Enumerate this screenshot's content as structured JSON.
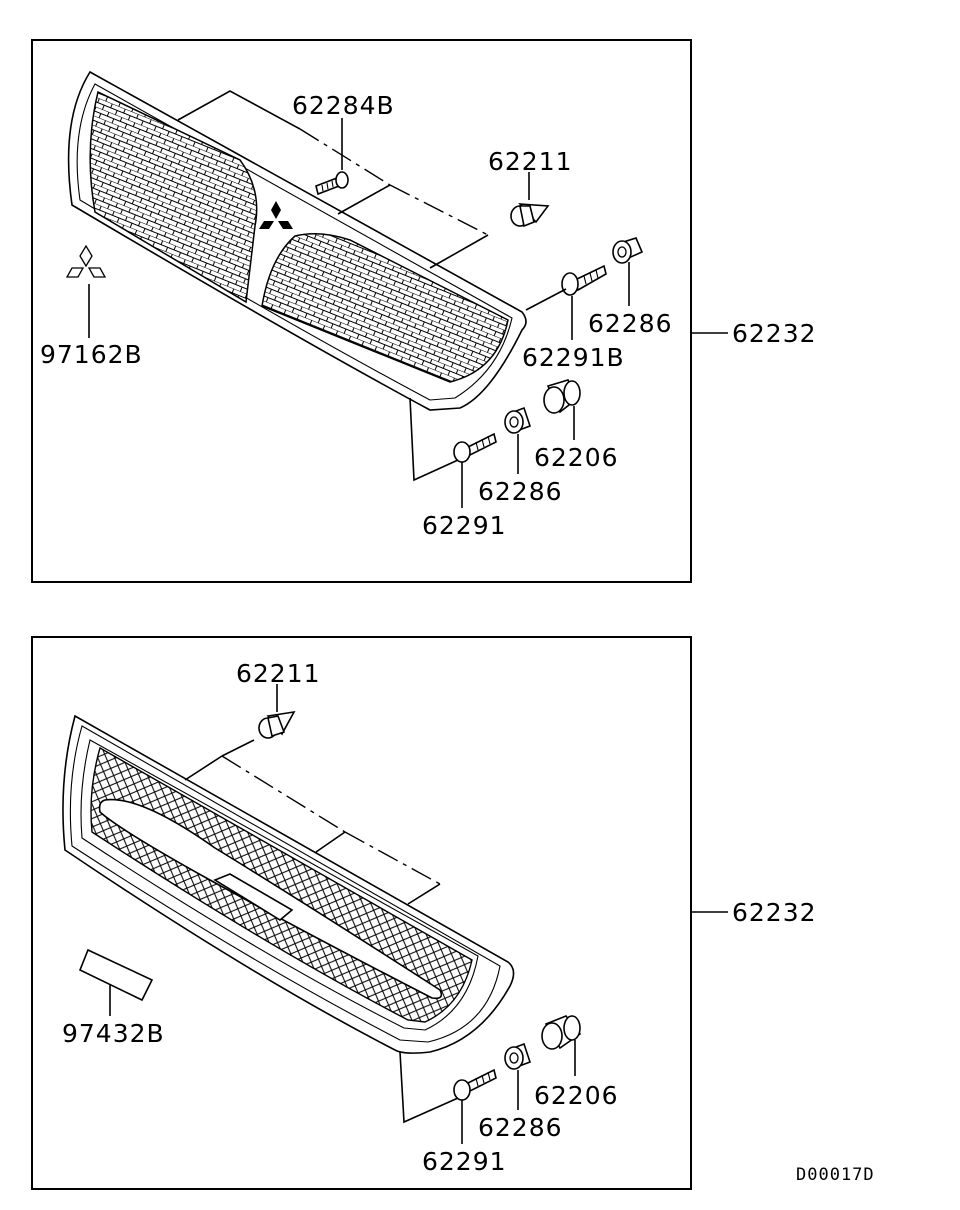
{
  "diagram_code": "D00017D",
  "panels": [
    {
      "assembly_label": "62232",
      "parts": {
        "screw_top": "62284B",
        "clip": "62211",
        "emblem": "97162B",
        "grommet_right": "62286",
        "screw_right": "62291B",
        "bushing": "62206",
        "grommet_lower": "62286",
        "screw_lower": "62291"
      }
    },
    {
      "assembly_label": "62232",
      "parts": {
        "clip": "62211",
        "plate": "97432B",
        "bushing": "62206",
        "grommet": "62286",
        "screw": "62291"
      }
    }
  ]
}
